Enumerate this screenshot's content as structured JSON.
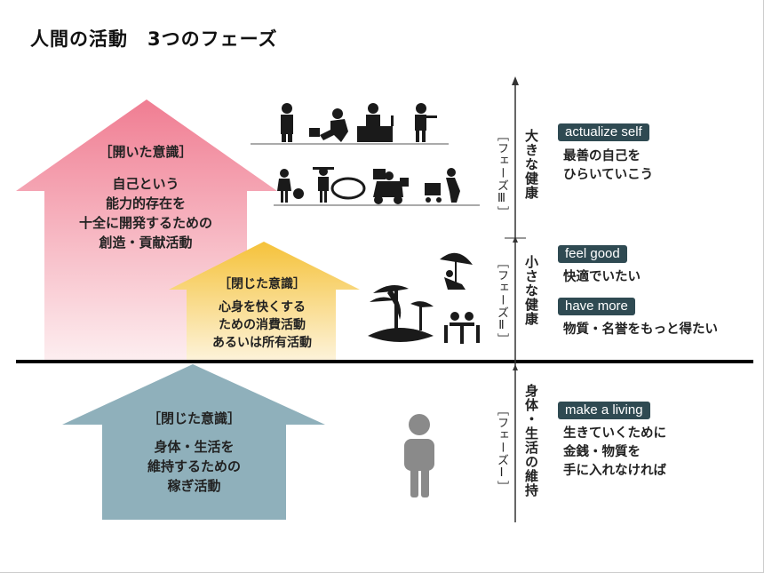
{
  "title": "人間の活動　3つのフェーズ",
  "arrows": {
    "upper": {
      "heading": "［開いた意識］",
      "lines": [
        "自己という",
        "能力的存在を",
        "十全に開発するための",
        "創造・貢献活動"
      ]
    },
    "middle": {
      "heading": "［閉じた意識］",
      "lines": [
        "心身を快くする",
        "ための消費活動",
        "あるいは所有活動"
      ]
    },
    "lower": {
      "heading": "［閉じた意識］",
      "lines": [
        "身体・生活を",
        "維持するための",
        "稼ぎ活動"
      ]
    }
  },
  "phases": [
    {
      "label": "［フェーズⅢ］",
      "health": "大きな健康",
      "items": [
        {
          "tag": "actualize self",
          "lines": [
            "最善の自己を",
            "ひらいていこう"
          ]
        }
      ]
    },
    {
      "label": "［フェーズⅡ］",
      "health": "小さな健康",
      "items": [
        {
          "tag": "feel good",
          "lines": [
            "快適でいたい"
          ]
        },
        {
          "tag": "have more",
          "lines": [
            "物質・名誉をもっと得たい"
          ]
        }
      ]
    },
    {
      "label": "［フェーズⅠ］",
      "health": "身体・生活の維持",
      "items": [
        {
          "tag": "make a living",
          "lines": [
            "生きていくために",
            "金銭・物質を",
            "手に入れなければ"
          ]
        }
      ]
    }
  ],
  "colors": {
    "tag_bg": "#2f4a52",
    "pink": "#f07d92",
    "yellow": "#f5c23a",
    "blue": "#8fb0bb",
    "icon": "#1a1a1a",
    "person": "#8a8a8a"
  }
}
